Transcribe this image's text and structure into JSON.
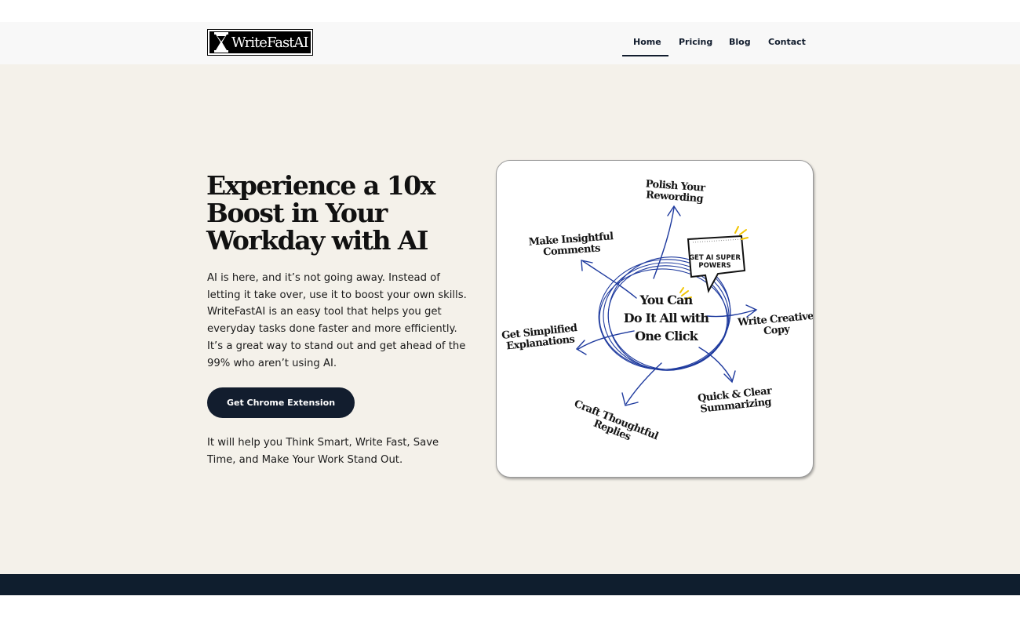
{
  "header": {
    "logo_text": "WriteFastAI",
    "nav": [
      {
        "label": "Home",
        "active": true
      },
      {
        "label": "Pricing",
        "active": false
      },
      {
        "label": "Blog",
        "active": false
      },
      {
        "label": "Contact",
        "active": false
      }
    ]
  },
  "hero": {
    "headline": "Experience a 10x Boost in Your Workday with AI",
    "intro": "AI is here, and it’s not going away. Instead of letting it take over, use it to boost your own skills. WriteFastAI is an easy tool that helps you get everyday tasks done faster and more efficiently. It’s a great way to stand out and get ahead of the 99% who aren’t using AI.",
    "cta_label": "Get Chrome Extension",
    "tagline": "It will help you Think Smart, Write Fast, Save Time, and Make Your Work Stand Out."
  },
  "illustration": {
    "center": [
      "You Can",
      "Do It All with",
      "One Click"
    ],
    "badge": [
      "GET AI SUPER",
      "POWERS"
    ],
    "features": {
      "polish": [
        "Polish Your",
        "Rewording"
      ],
      "comments": [
        "Make Insightful",
        "Comments"
      ],
      "explanations": [
        "Get Simplified",
        "Explanations"
      ],
      "creative": [
        "Write Creative",
        "Copy"
      ],
      "summarizing": [
        "Quick & Clear",
        "Summarizing"
      ],
      "replies": [
        "Craft Thoughtful",
        "Replies"
      ]
    },
    "colors": {
      "arrows": "#1e3a9e",
      "accent": "#f2c500"
    }
  },
  "colors": {
    "navy": "#121d2e",
    "hero_bg": "#f4f1ea",
    "header_bg": "#f8f8f8"
  }
}
